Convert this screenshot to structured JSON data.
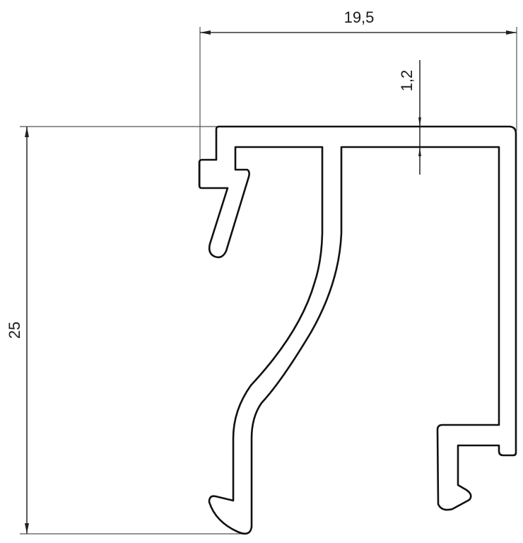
{
  "drawing": {
    "type": "technical profile cross-section",
    "dimensions": {
      "width": {
        "label": "19,5",
        "orientation": "horizontal"
      },
      "height": {
        "label": "25",
        "orientation": "vertical"
      },
      "wall_thickness": {
        "label": "1,2",
        "orientation": "vertical"
      }
    },
    "colors": {
      "outline": "#111111",
      "dimension_line": "#333333",
      "background": "#ffffff"
    }
  }
}
